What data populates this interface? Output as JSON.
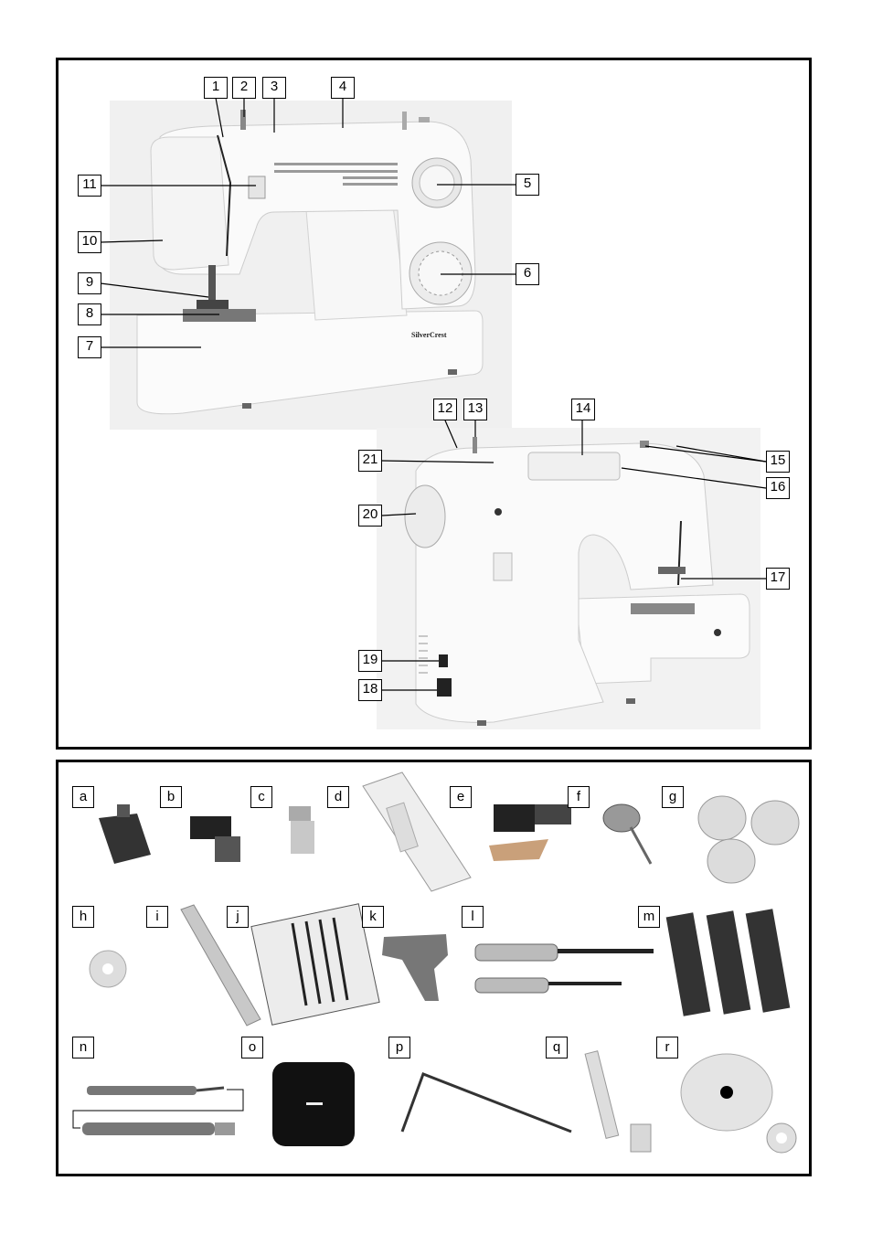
{
  "machine_labels": {
    "n1": "1",
    "n2": "2",
    "n3": "3",
    "n4": "4",
    "n5": "5",
    "n6": "6",
    "n7": "7",
    "n8": "8",
    "n9": "9",
    "n10": "10",
    "n11": "11",
    "n12": "12",
    "n13": "13",
    "n14": "14",
    "n15": "15",
    "n16": "16",
    "n17": "17",
    "n18": "18",
    "n19": "19",
    "n20": "20",
    "n21": "21"
  },
  "brand": "SilverCrest",
  "accessory_labels": {
    "a": "a",
    "b": "b",
    "c": "c",
    "d": "d",
    "e": "e",
    "f": "f",
    "g": "g",
    "h": "h",
    "i": "i",
    "j": "j",
    "k": "k",
    "l": "l",
    "m": "m",
    "n": "n",
    "o": "o",
    "p": "p",
    "q": "q",
    "r": "r"
  }
}
